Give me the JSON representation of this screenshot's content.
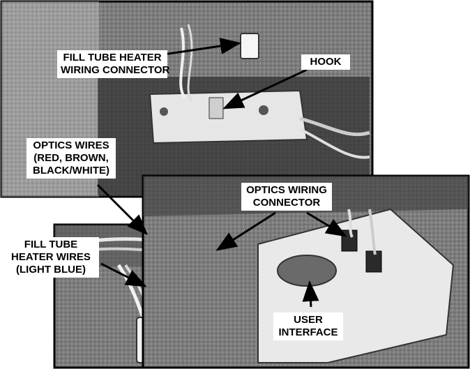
{
  "callouts": {
    "fill_tube_heater_connector": "FILL TUBE HEATER\nWIRING CONNECTOR",
    "hook": "HOOK",
    "optics_wires": "OPTICS WIRES\n(RED, BROWN,\nBLACK/WHITE)",
    "optics_wiring_connector": "OPTICS WIRING\nCONNECTOR",
    "fill_tube_heater_wires": "FILL TUBE\nHEATER WIRES\n(LIGHT BLUE)",
    "user_interface": "USER\nINTERFACE"
  },
  "colors": {
    "photo_dark": "#3a3a3a",
    "photo_mid": "#8a8a8a",
    "photo_light": "#d8d8d8",
    "outline": "#000000",
    "label_bg": "#ffffff"
  }
}
